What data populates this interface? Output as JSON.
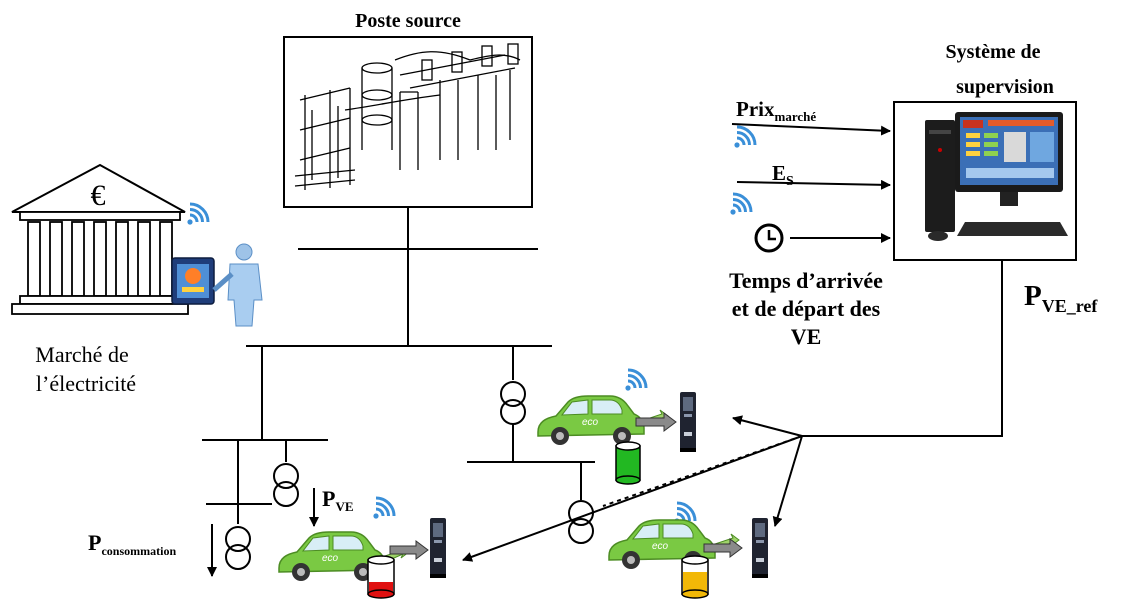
{
  "labels": {
    "poste_source": "Poste source",
    "systeme_line1": "Système de",
    "systeme_line2": "supervision",
    "marche_line1": "Marché de",
    "marche_line2": "l’électricité",
    "temps_line1": "Temps d’arrivée",
    "temps_line2": "et de départ des",
    "temps_line3": "VE"
  },
  "symbols": {
    "prix_main": "Prix",
    "prix_sub": "marché",
    "es_main": "E",
    "es_sub": "S",
    "pve_ref_main": "P",
    "pve_ref_sub": "VE_ref",
    "pve_main": "P",
    "pve_sub": "VE",
    "pconso_main": "P",
    "pconso_sub": "consommation"
  },
  "car_badge": "eco",
  "bank_symbol": "€",
  "colors": {
    "car": "#7ac943",
    "battery_full": "#22b822",
    "battery_low": "#e01010",
    "battery_mid": "#f2b807",
    "wifi": "#3a8fd8",
    "line": "#000000"
  },
  "icons": [
    "wifi-icon",
    "clock-icon",
    "transformer-icon",
    "charging-station-icon",
    "battery-icon",
    "bank-icon",
    "computer-icon",
    "substation-icon",
    "electric-car-icon"
  ]
}
